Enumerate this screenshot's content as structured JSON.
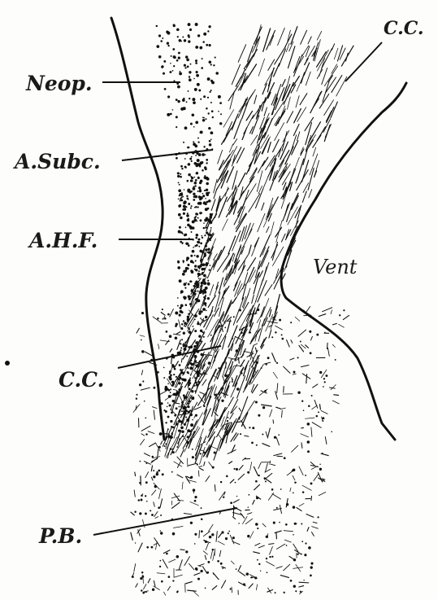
{
  "figure": {
    "labels": {
      "neop": "Neop.",
      "a_subc": "A.Subc.",
      "a_h_f": "A.H.F.",
      "c_c_left": "C.C.",
      "p_b": "P.B.",
      "c_c_top": "C.C.",
      "vent": "Vent"
    },
    "ink_color": "#111111",
    "paper_color": "#fdfdfb"
  }
}
